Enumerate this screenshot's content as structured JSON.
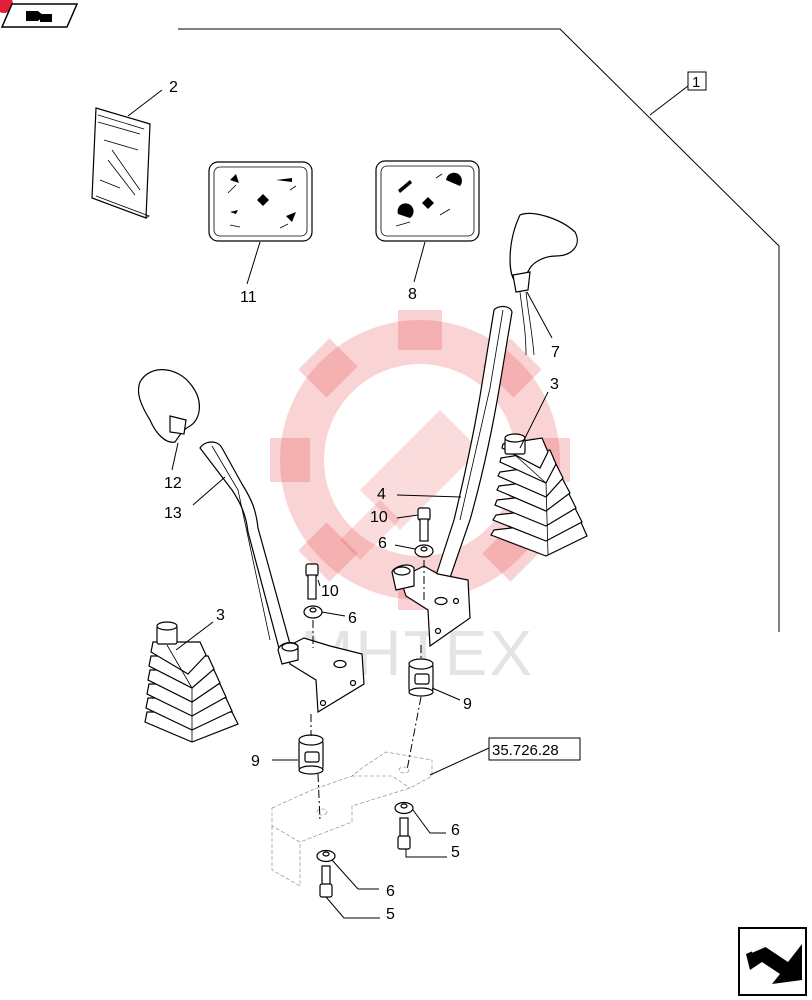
{
  "watermark": {
    "text": "MHTEX"
  },
  "page_ref": {
    "value": "1"
  },
  "reference_box": {
    "text": "35.726.28"
  },
  "callouts": {
    "c2": "2",
    "c11": "11",
    "c8": "8",
    "c7": "7",
    "c3a": "3",
    "c3b": "3",
    "c12": "12",
    "c13": "13",
    "c4": "4",
    "c10a": "10",
    "c6a": "6",
    "c10b": "10",
    "c6b": "6",
    "c9a": "9",
    "c9b": "9",
    "c6c": "6",
    "c5a": "5",
    "c6d": "6",
    "c5b": "5"
  },
  "colors": {
    "watermark": "#e63b3b",
    "corner_mark": "#e3203b",
    "line": "#000000"
  }
}
